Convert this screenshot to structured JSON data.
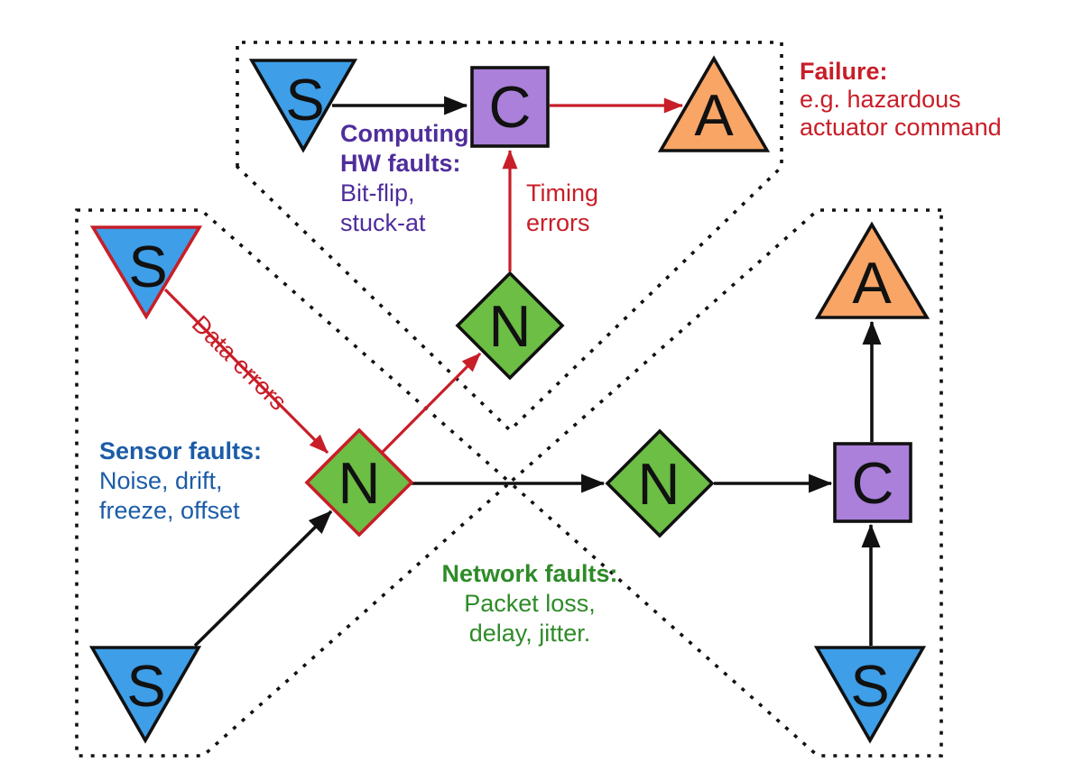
{
  "figure": {
    "description": "Fault propagation diagram with sensors, network nodes, computing units and actuators inside dashed fault regions"
  },
  "nodes": {
    "top_sensor": {
      "label": "S"
    },
    "top_compute": {
      "label": "C"
    },
    "top_actuator": {
      "label": "A"
    },
    "mid_network": {
      "label": "N"
    },
    "left_sensor_faulty": {
      "label": "S"
    },
    "left_sensor_bottom": {
      "label": "S"
    },
    "center_network_faulty": {
      "label": "N"
    },
    "right_network": {
      "label": "N"
    },
    "right_compute": {
      "label": "C"
    },
    "right_actuator": {
      "label": "A"
    },
    "right_sensor": {
      "label": "S"
    }
  },
  "annotations": {
    "computing_hw_faults": {
      "title_line1": "Computing",
      "title_line2": "HW faults:",
      "detail_line1": "Bit-flip,",
      "detail_line2": "stuck-at"
    },
    "failure": {
      "title": "Failure:",
      "detail_line1": "e.g. hazardous",
      "detail_line2": "actuator command"
    },
    "timing_errors": {
      "line1": "Timing",
      "line2": "errors"
    },
    "data_errors": {
      "text": "Data errors"
    },
    "sensor_faults": {
      "title": "Sensor faults:",
      "detail_line1": "Noise, drift,",
      "detail_line2": "freeze, offset"
    },
    "network_faults": {
      "title": "Network faults:",
      "detail_line1": "Packet loss,",
      "detail_line2": "delay, jitter."
    }
  },
  "colors": {
    "sensor_fill": "#3E9EE8",
    "network_fill": "#6CBE45",
    "compute_fill": "#AA80DA",
    "actuator_fill": "#F8A566",
    "fault_red": "#C81E28",
    "computing_text_purple": "#4F2D9B",
    "sensor_text_blue": "#1C5CA8",
    "network_text_green": "#2E8B28",
    "outline_black": "#111111"
  }
}
